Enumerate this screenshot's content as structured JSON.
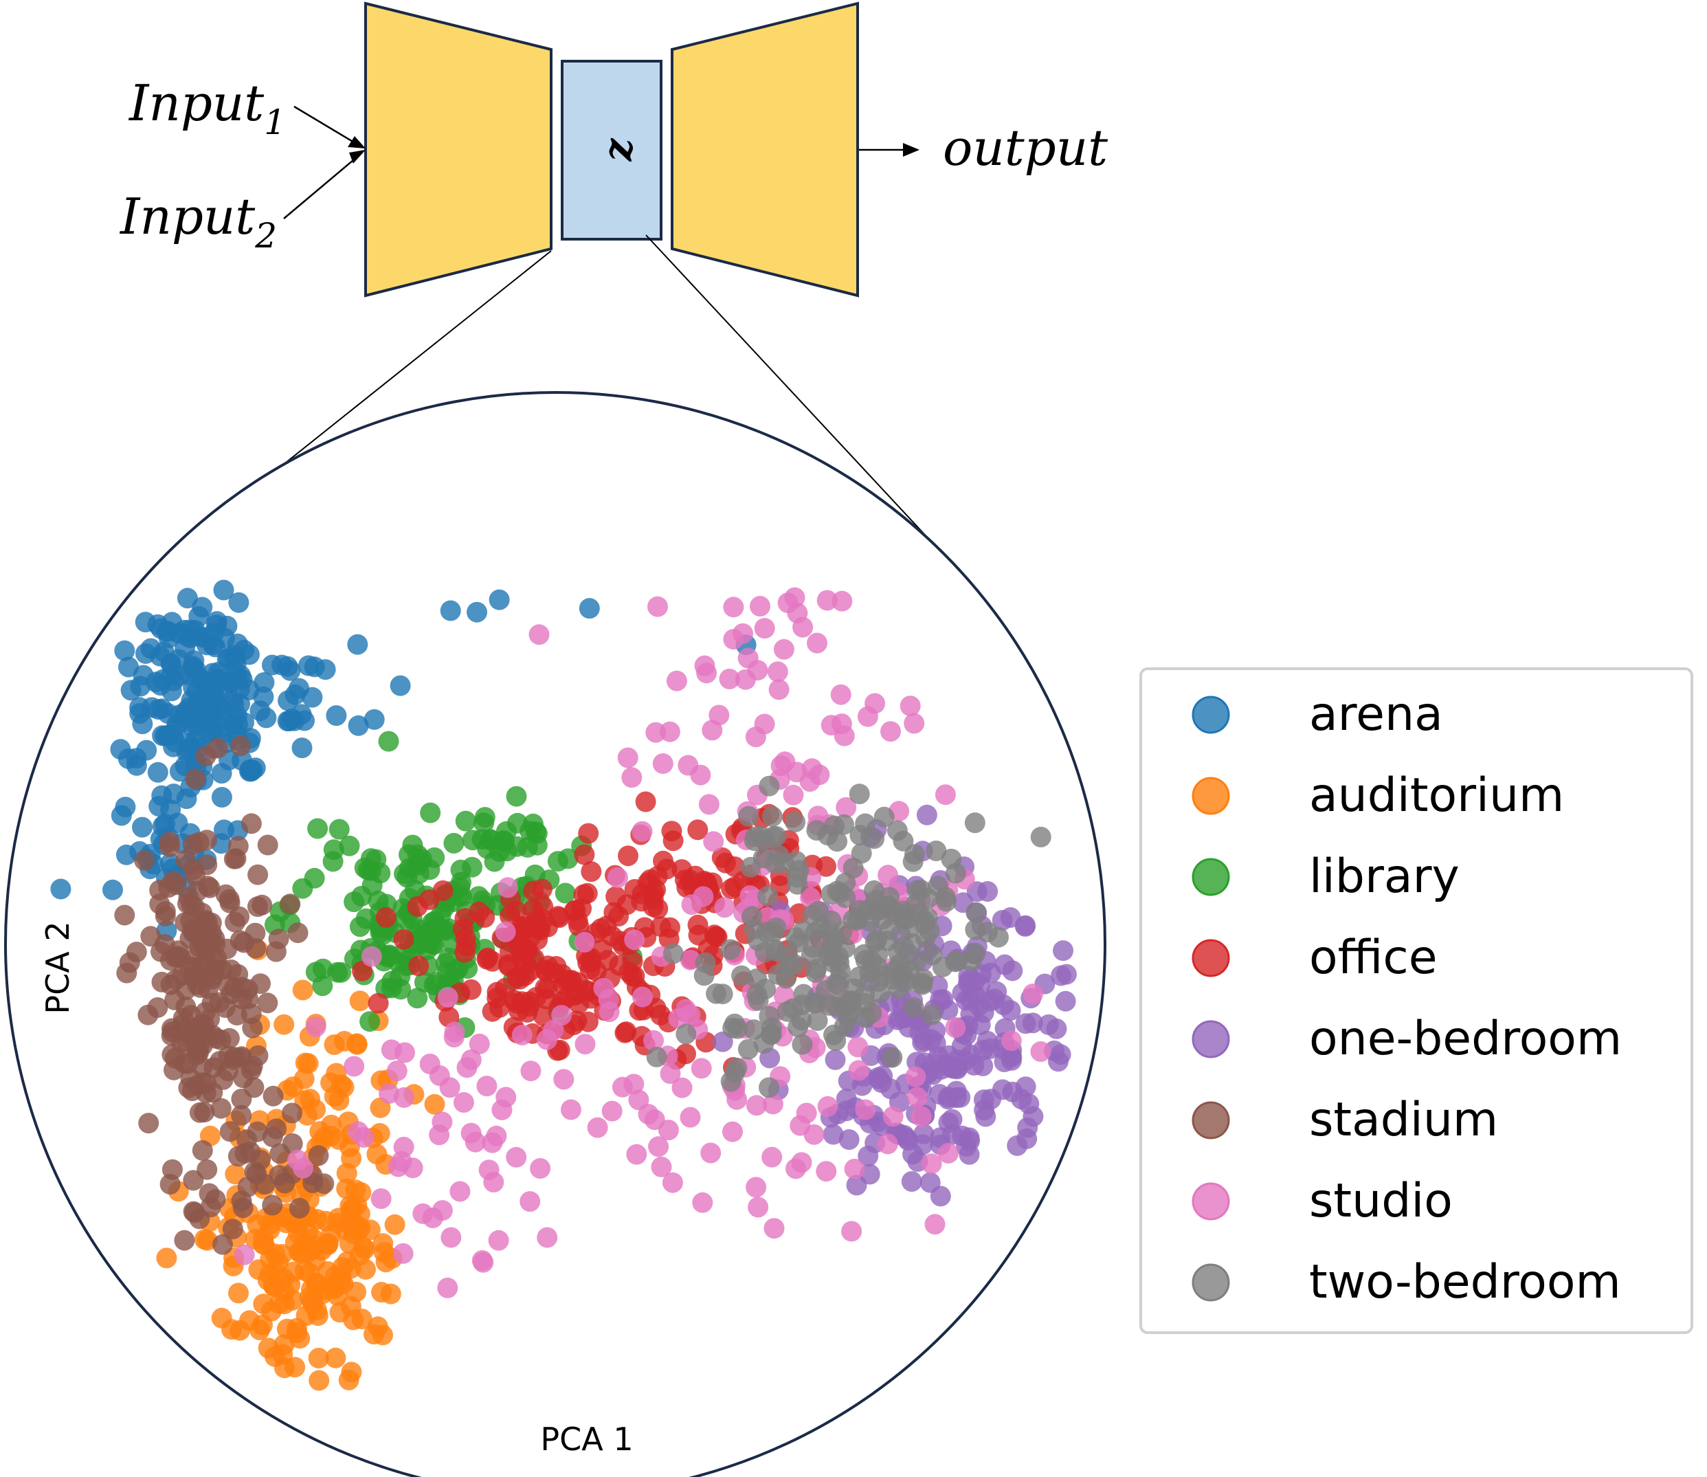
{
  "diagram": {
    "input1": {
      "base": "Input",
      "sub": "1"
    },
    "input2": {
      "base": "Input",
      "sub": "2"
    },
    "latent": "z",
    "output": "output",
    "colors": {
      "encoder_fill": "#FCD86A",
      "latent_fill": "#BFD7EC",
      "outline": "#1B2A47"
    }
  },
  "chart_data": {
    "type": "scatter",
    "xlabel": "PCA 1",
    "ylabel": "PCA 2",
    "grid": false,
    "legend_placement": "right",
    "series": [
      {
        "name": "arena",
        "color": "#1f77b4"
      },
      {
        "name": "auditorium",
        "color": "#ff7f0e"
      },
      {
        "name": "library",
        "color": "#2ca02c"
      },
      {
        "name": "office",
        "color": "#d62728"
      },
      {
        "name": "one-bedroom",
        "color": "#9467bd"
      },
      {
        "name": "stadium",
        "color": "#8c564b"
      },
      {
        "name": "studio",
        "color": "#e377c2"
      },
      {
        "name": "two-bedroom",
        "color": "#7f7f7f"
      }
    ]
  }
}
